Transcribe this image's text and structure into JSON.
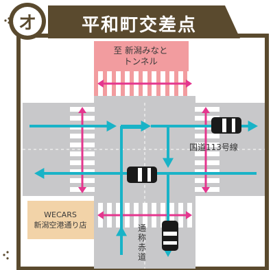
{
  "badge": {
    "label": "オ"
  },
  "title": "平和町交差点",
  "labels": {
    "pink_zone_line1": "至 新潟みなと",
    "pink_zone_line2": "トンネル",
    "store_line1": "WECARS",
    "store_line2": "新潟空港通り店",
    "horizontal_road": "国道113号線",
    "vertical_road": "通称赤道"
  },
  "colors": {
    "frame": "#5a4a2e",
    "road": "#c8c8ca",
    "pink_zone": "#f29c9f",
    "store": "#f2d3a8",
    "route_arrow": "#19b3c7",
    "pedestrian_arrow": "#e4368e",
    "crosswalk": "#ffffff",
    "car": "#1a1a1a"
  },
  "icons": [
    "car-icon",
    "route-arrow-icon",
    "pedestrian-arrow-icon",
    "crosswalk-icon"
  ]
}
